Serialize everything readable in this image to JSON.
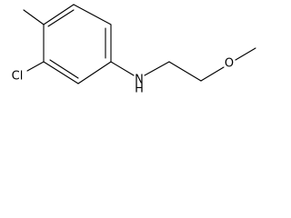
{
  "molecule": {
    "atom_labels": {
      "chlorine": "Cl",
      "amine": "N",
      "amine_hydrogen": "H",
      "ether_oxygen": "O"
    },
    "colors": {
      "bond": "#000000",
      "label": "#000000",
      "background": "#ffffff"
    }
  }
}
